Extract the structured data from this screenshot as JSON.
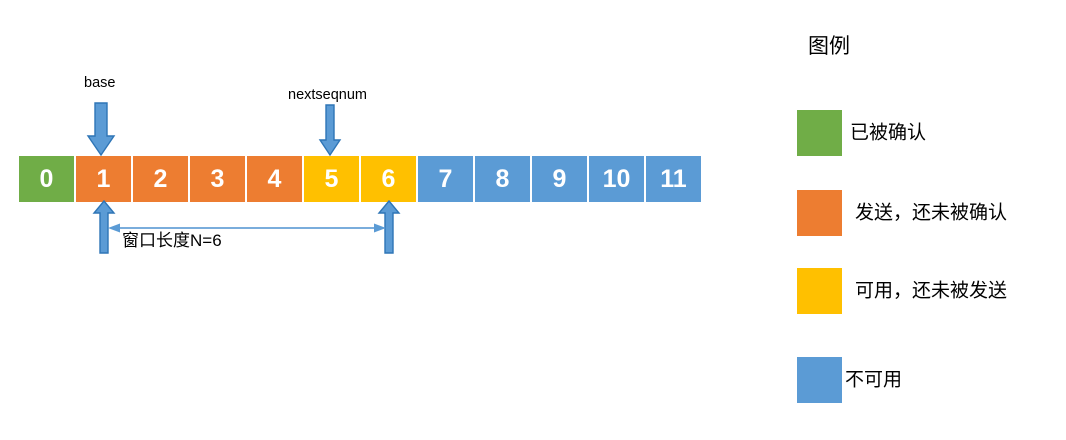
{
  "colors": {
    "acked": "#70ad47",
    "sent": "#ed7d31",
    "usable": "#ffc000",
    "unusable": "#5b9bd5",
    "arrow_fill": "#5b9bd5",
    "arrow_stroke": "#2e75b6",
    "span_line": "#7aaddc",
    "text": "#000000",
    "cell_text": "#ffffff",
    "background": "#ffffff"
  },
  "sequence": {
    "cells": [
      {
        "number": "0",
        "state": "acked"
      },
      {
        "number": "1",
        "state": "sent"
      },
      {
        "number": "2",
        "state": "sent"
      },
      {
        "number": "3",
        "state": "sent"
      },
      {
        "number": "4",
        "state": "sent"
      },
      {
        "number": "5",
        "state": "usable"
      },
      {
        "number": "6",
        "state": "usable"
      },
      {
        "number": "7",
        "state": "unusable"
      },
      {
        "number": "8",
        "state": "unusable"
      },
      {
        "number": "9",
        "state": "unusable"
      },
      {
        "number": "10",
        "state": "unusable"
      },
      {
        "number": "11",
        "state": "unusable"
      }
    ]
  },
  "pointers": {
    "base": "base",
    "nextseqnum": "nextseqnum"
  },
  "window": {
    "caption": "窗口长度N=6",
    "size": 6,
    "base_index": 1,
    "nextseqnum_index": 5
  },
  "legend": {
    "title": "图例",
    "items": [
      {
        "label": "已被确认",
        "color": "#70ad47"
      },
      {
        "label": "发送，还未被确认",
        "color": "#ed7d31"
      },
      {
        "label": "可用，还未被发送",
        "color": "#ffc000"
      },
      {
        "label": "不可用",
        "color": "#5b9bd5"
      }
    ]
  }
}
